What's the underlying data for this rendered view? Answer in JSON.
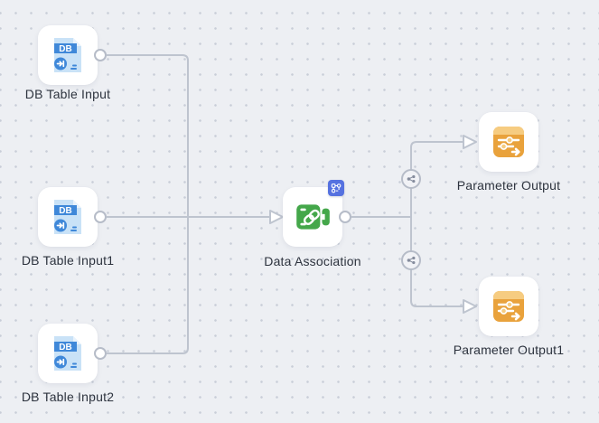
{
  "canvas": {
    "type": "workflow-editor-canvas",
    "background": "#edeff3",
    "dot_color": "#c9ced8",
    "edge_color": "#bec4cf"
  },
  "nodes": [
    {
      "label": "DB Table Input",
      "icon": "db-table-input-icon",
      "icon_text": "DB"
    },
    {
      "label": "DB Table Input1",
      "icon": "db-table-input-icon",
      "icon_text": "DB"
    },
    {
      "label": "DB Table Input2",
      "icon": "db-table-input-icon",
      "icon_text": "DB"
    },
    {
      "label": "Data Association",
      "icon": "data-association-icon",
      "badge": "workflow-badge-icon"
    },
    {
      "label": "Parameter Output",
      "icon": "parameter-output-icon"
    },
    {
      "label": "Parameter Output1",
      "icon": "parameter-output-icon"
    }
  ],
  "edges": [
    {
      "from": "DB Table Input",
      "to": "Data Association"
    },
    {
      "from": "DB Table Input1",
      "to": "Data Association"
    },
    {
      "from": "DB Table Input2",
      "to": "Data Association"
    },
    {
      "from": "Data Association",
      "to": "Parameter Output",
      "connector_icon": "branch-relation-icon"
    },
    {
      "from": "Data Association",
      "to": "Parameter Output1",
      "connector_icon": "branch-relation-icon"
    }
  ],
  "colors": {
    "db_blue": "#3f88d9",
    "db_blue_light": "#c9e2f7",
    "assoc_green": "#44a74a",
    "param_orange": "#e9a23c",
    "param_orange_light": "#f6cc81",
    "badge_blue": "#5571e0",
    "label_text": "#2d333e"
  }
}
